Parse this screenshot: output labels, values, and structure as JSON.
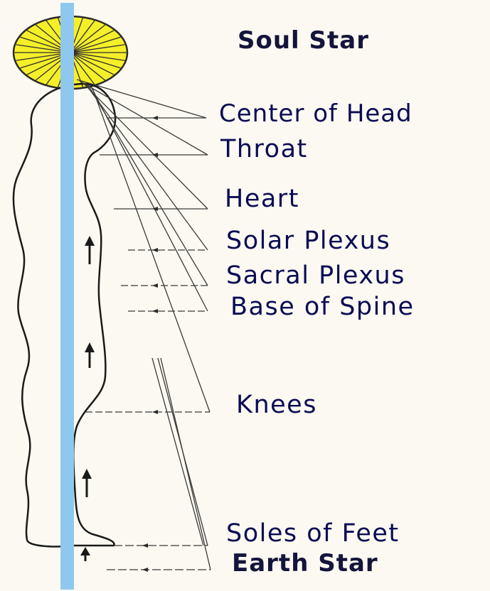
{
  "labels": {
    "soul_star": "Soul Star",
    "center_of_head": "Center of Head",
    "throat": "Throat",
    "heart": "Heart",
    "solar_plexus": "Solar Plexus",
    "sacral_plexus": "Sacral Plexus",
    "base_of_spine": "Base of Spine",
    "knees": "Knees",
    "soles_of_feet": "Soles of Feet",
    "earth_star": "Earth Star"
  },
  "colors": {
    "background": "#fbf9f1",
    "star_fill": "#f5ef2a",
    "star_rays": "#2e2e2e",
    "light_column": "#8ec8ee",
    "body_outline": "#1a1a1a",
    "guide_lines": "#3a3a3a",
    "label_text": "#0b0b55"
  },
  "icons": [
    "soul-star-icon",
    "up-arrow-icon"
  ]
}
